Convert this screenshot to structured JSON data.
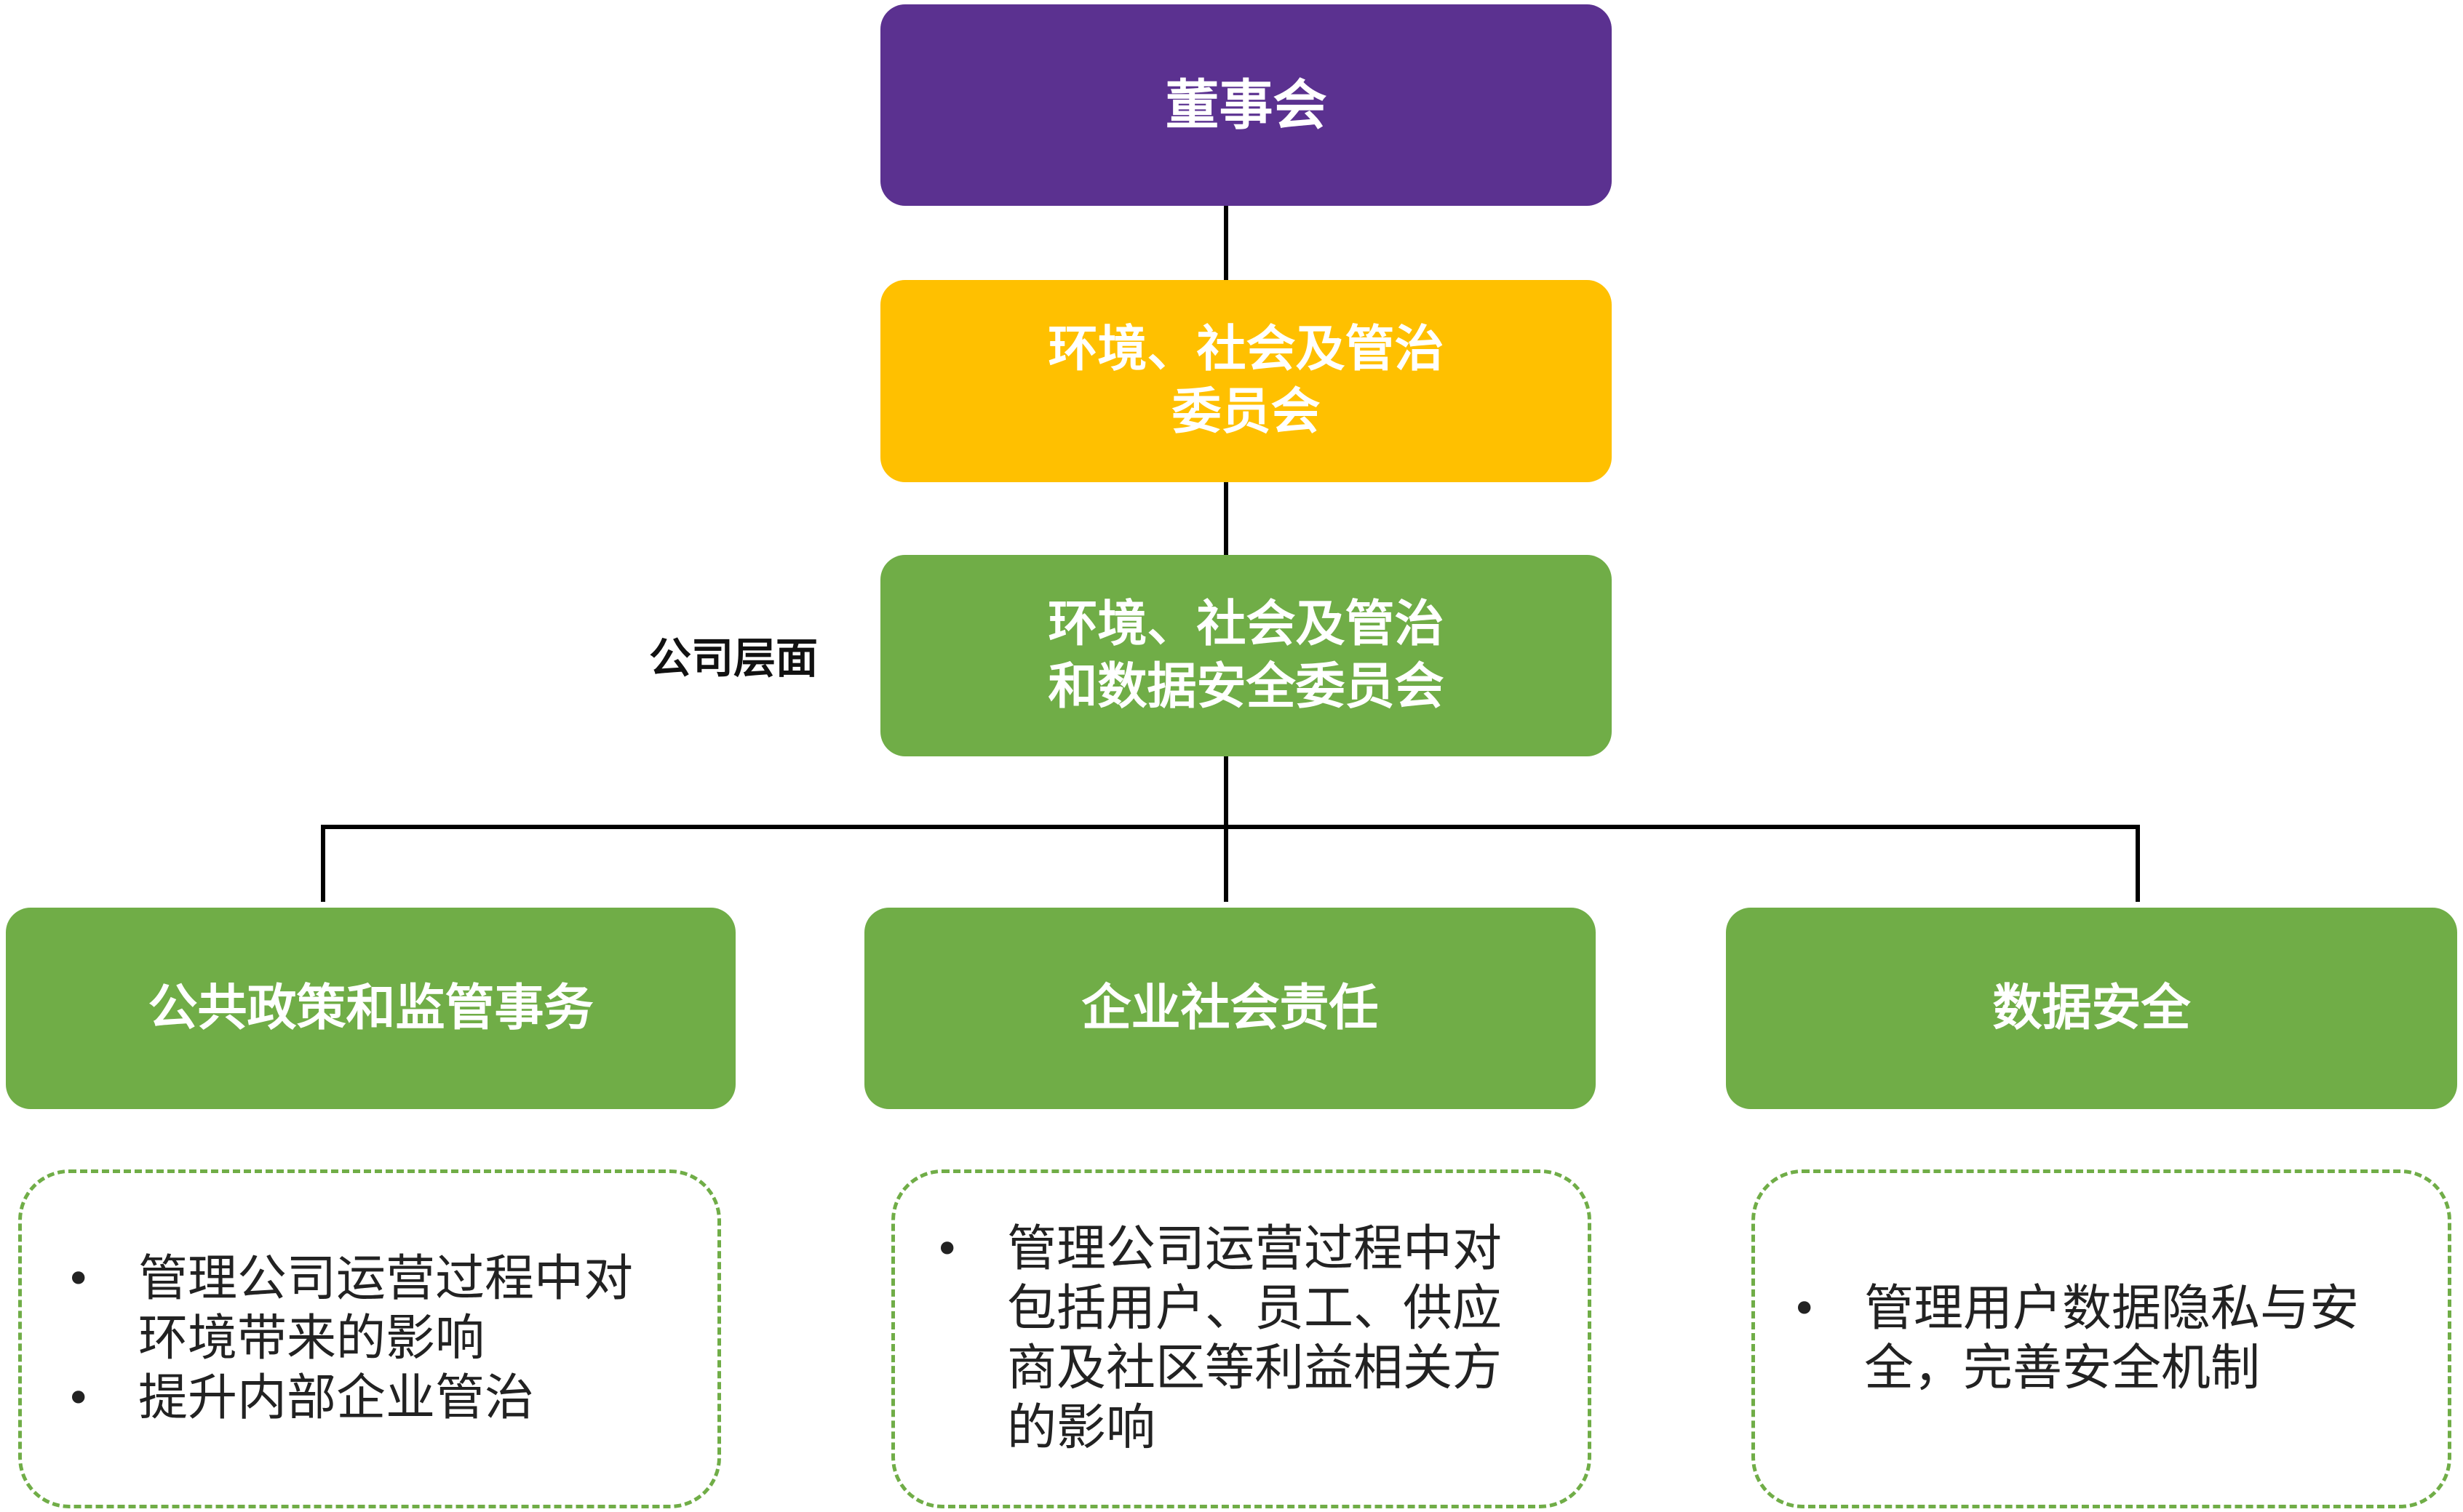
{
  "board": {
    "label": "董事会"
  },
  "esg_committee": {
    "lines": [
      "环境、社会及管治",
      "委员会"
    ]
  },
  "company_level": {
    "label": "公司层面",
    "committee_lines": [
      "环境、社会及管治",
      "和数据安全委员会"
    ]
  },
  "branches": [
    {
      "title": "公共政策和监管事务",
      "bullets": [
        [
          "管理公司运营过程中对",
          "环境带来的影响"
        ],
        [
          "提升内部企业管治"
        ]
      ]
    },
    {
      "title": "企业社会责任",
      "bullets": [
        [
          "管理公司运营过程中对",
          "包括用户、员工、供应",
          "商及社区等利益相关方",
          "的影响"
        ]
      ]
    },
    {
      "title": "数据安全",
      "bullets": [
        [
          "管理用户数据隐私与安",
          "全，完善安全机制"
        ]
      ]
    }
  ],
  "bullet_symbol": "•",
  "colors": {
    "purple": "#5b3190",
    "yellow": "#ffc000",
    "green": "#70ad47",
    "line": "#000000"
  }
}
